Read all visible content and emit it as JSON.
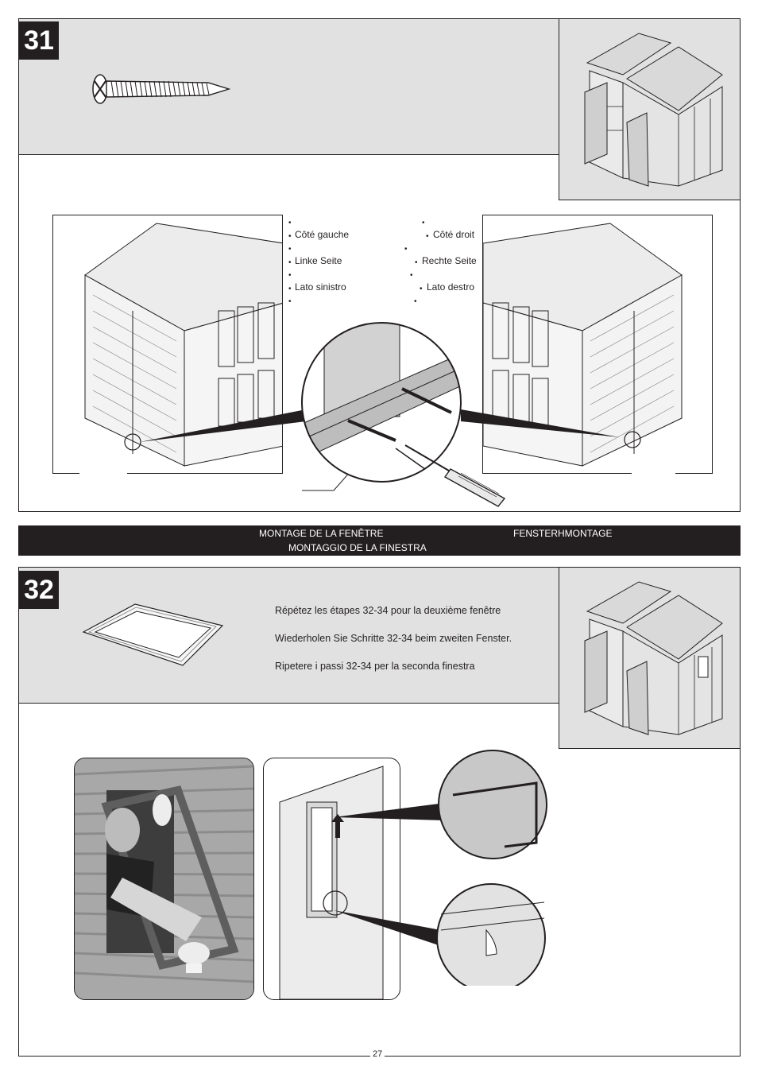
{
  "step31": {
    "number": "31",
    "labels_left": [
      "Côté gauche",
      "Linke Seite",
      "Lato sinistro"
    ],
    "labels_right": [
      "Côté droit",
      "Rechte Seite",
      "Lato destro"
    ]
  },
  "section_title": {
    "fr": "MONTAGE DE LA FENÊTRE",
    "de": "FENSTERHMONTAGE",
    "it": "MONTAGGIO DE LA FINESTRA"
  },
  "step32": {
    "number": "32",
    "instructions": [
      "Répétez les étapes 32-34 pour la deuxième fenêtre",
      "Wiederholen Sie Schritte 32-34 beim zweiten Fenster.",
      "Ripetere i passi 32-34 per la seconda finestra"
    ]
  },
  "page_number": "27",
  "colors": {
    "band": "#e1e1e2",
    "ink": "#231f20",
    "panel": "#d9d9d9"
  },
  "icons": [
    "screw-icon",
    "shed-roof-thumbnail",
    "shed-window-thumbnail",
    "screwdriver-icon",
    "arrow-up-icon",
    "window-frame-icon"
  ]
}
